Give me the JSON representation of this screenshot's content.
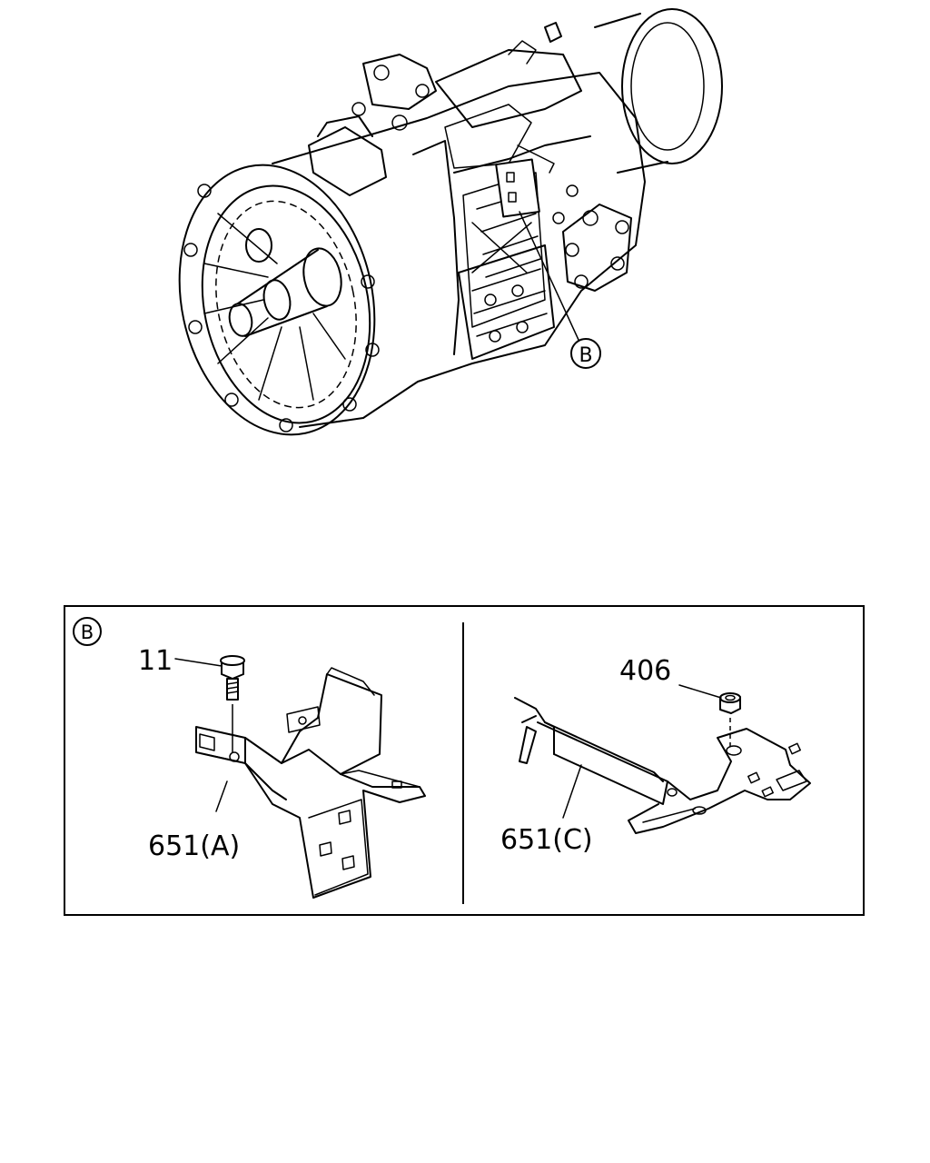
{
  "overview": {
    "callout": "B"
  },
  "detail": {
    "section_label": "B",
    "left": {
      "bolt_label": "11",
      "bracket_label": "651(A)"
    },
    "right": {
      "nut_label": "406",
      "bracket_label": "651(C)"
    }
  }
}
